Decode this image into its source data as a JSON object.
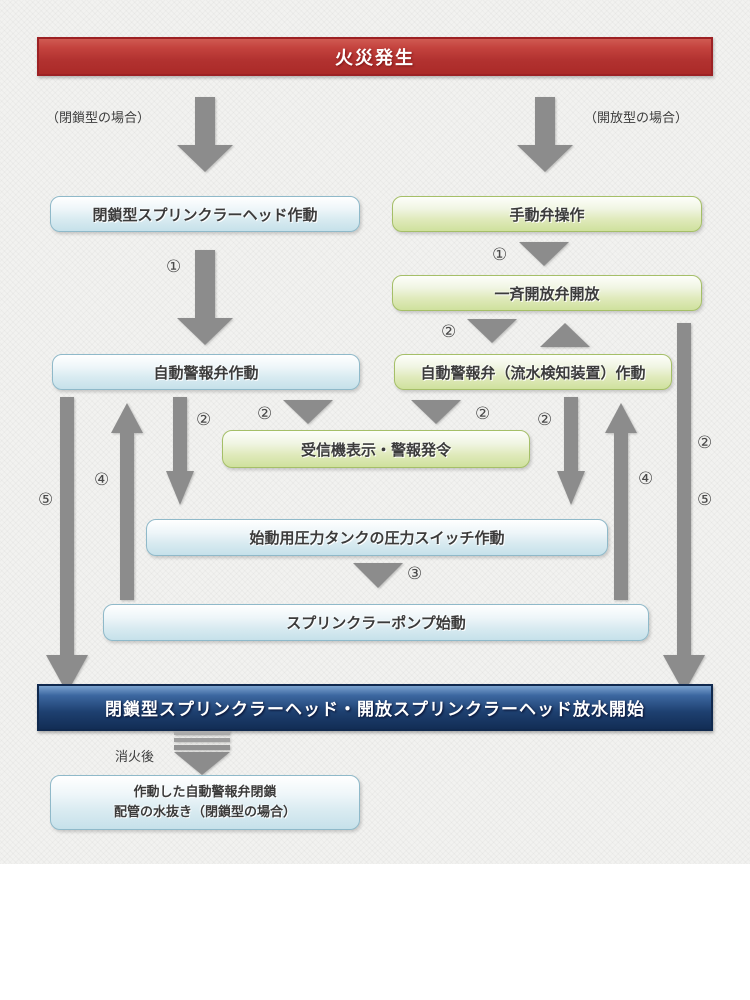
{
  "header": {
    "title": "火災発生"
  },
  "side_labels": {
    "closed_case": "（閉鎖型の場合）",
    "open_case": "（開放型の場合）",
    "after_fire": "消火後"
  },
  "numbers": {
    "one": "①",
    "two": "②",
    "three": "③",
    "four": "④",
    "five": "⑤"
  },
  "boxes": {
    "closed_head": "閉鎖型スプリンクラーヘッド作動",
    "manual_valve": "手動弁操作",
    "deluge_valve": "一斉開放弁開放",
    "alarm_valve": "自動警報弁作動",
    "alarm_valve_flow": "自動警報弁（流水検知装置）作動",
    "receiver": "受信機表示・警報発令",
    "pressure_switch": "始動用圧力タンクの圧力スイッチ作動",
    "pump_start": "スプリンクラーポンプ始動",
    "discharge": "閉鎖型スプリンクラーヘッド・開放スプリンクラーヘッド放水開始",
    "final_line1": "作動した自動警報弁閉鎖",
    "final_line2": "配管の水抜き（閉鎖型の場合）"
  },
  "colors": {
    "header_red": "#b23230",
    "banner_navy": "#16345e",
    "box_blue_border": "#8fb9c9",
    "box_green_border": "#a5bf68",
    "arrow_gray": "#8c8c8c",
    "background": "#f2f2f0"
  }
}
